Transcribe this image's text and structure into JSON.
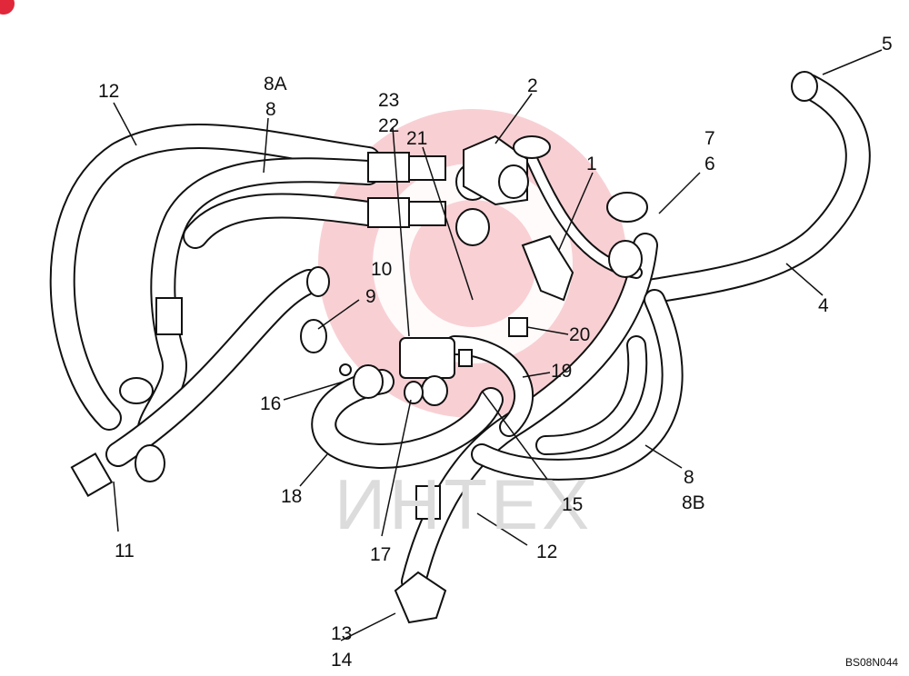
{
  "diagram": {
    "reference_code": "BS08N044",
    "watermark_text": "ИНТЕХ",
    "colors": {
      "line": "#111111",
      "hose_fill": "#ffffff",
      "watermark_red": "#e0283a",
      "watermark_gray": "#dcdcdc"
    },
    "callouts": [
      {
        "id": "c-1",
        "text": "1"
      },
      {
        "id": "c-2",
        "text": "2"
      },
      {
        "id": "c-4",
        "text": "4"
      },
      {
        "id": "c-5",
        "text": "5"
      },
      {
        "id": "c-6",
        "text": "6"
      },
      {
        "id": "c-7",
        "text": "7"
      },
      {
        "id": "c-8a",
        "text": "8A"
      },
      {
        "id": "c-8-top",
        "text": "8"
      },
      {
        "id": "c-8-right",
        "text": "8"
      },
      {
        "id": "c-8b",
        "text": "8B"
      },
      {
        "id": "c-9",
        "text": "9"
      },
      {
        "id": "c-10",
        "text": "10"
      },
      {
        "id": "c-11",
        "text": "11"
      },
      {
        "id": "c-12-top",
        "text": "12"
      },
      {
        "id": "c-12-bottom",
        "text": "12"
      },
      {
        "id": "c-13",
        "text": "13"
      },
      {
        "id": "c-14",
        "text": "14"
      },
      {
        "id": "c-15",
        "text": "15"
      },
      {
        "id": "c-16",
        "text": "16"
      },
      {
        "id": "c-17",
        "text": "17"
      },
      {
        "id": "c-18",
        "text": "18"
      },
      {
        "id": "c-19",
        "text": "19"
      },
      {
        "id": "c-20",
        "text": "20"
      },
      {
        "id": "c-21",
        "text": "21"
      },
      {
        "id": "c-22",
        "text": "22"
      },
      {
        "id": "c-23",
        "text": "23"
      }
    ]
  }
}
